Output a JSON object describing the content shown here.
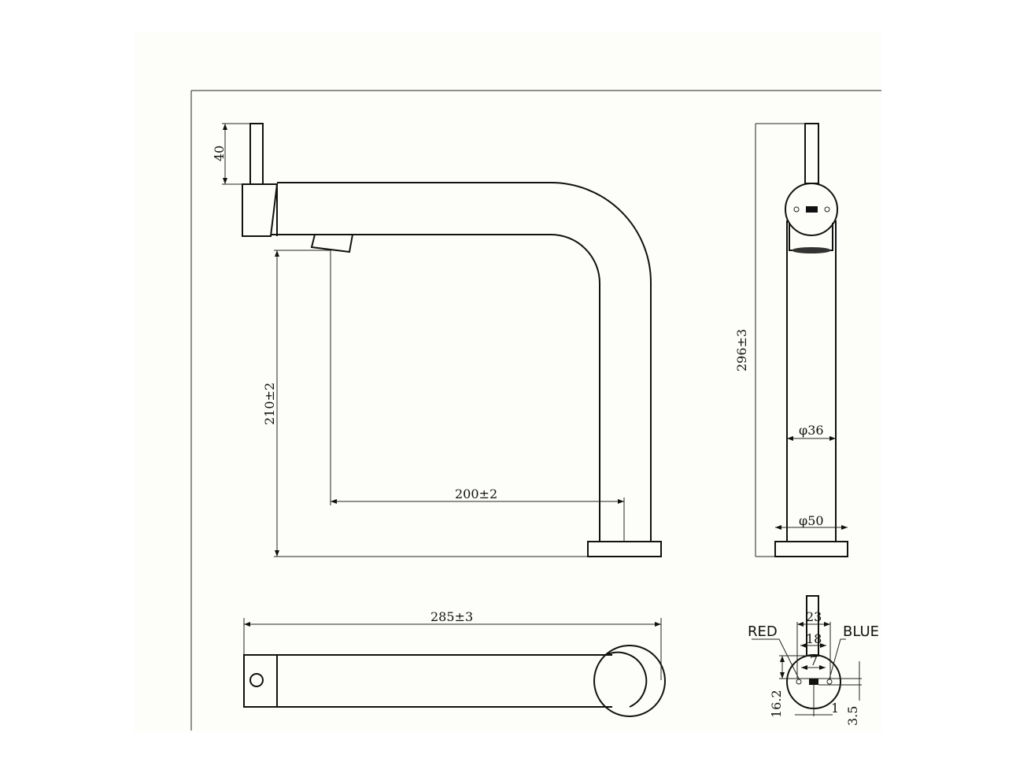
{
  "drawing": {
    "side_view": {
      "handle_height": "40",
      "spout_height": "210±2",
      "spout_reach": "200±2"
    },
    "front_view": {
      "total_height": "296±3",
      "body_diameter": "φ36",
      "base_diameter": "φ50"
    },
    "top_view": {
      "total_length": "285±3"
    },
    "detail_view": {
      "label_red": "RED",
      "label_blue": "BLUE",
      "dim_23": "23",
      "dim_18": "18",
      "dim_7": "7",
      "dim_16_2": "16.2",
      "dim_1": "1",
      "dim_3_5": "3.5"
    }
  }
}
